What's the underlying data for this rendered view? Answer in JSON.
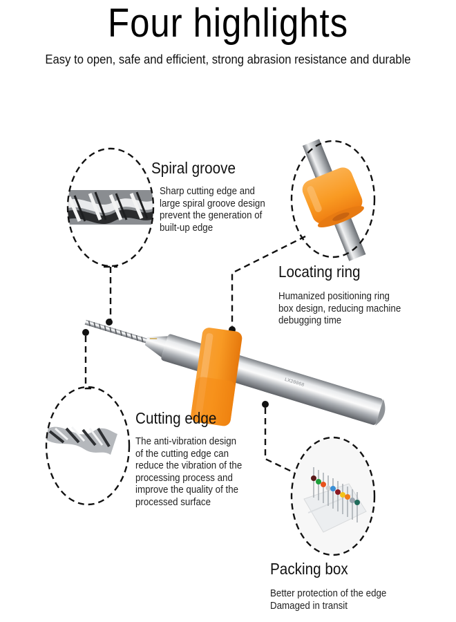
{
  "header": {
    "title": "Four highlights",
    "subtitle": "Easy to open, safe and efficient, strong abrasion resistance and durable"
  },
  "features": [
    {
      "id": "spiral-groove",
      "title": "Spiral groove",
      "description": "Sharp cutting edge and\nlarge spiral groove design\nprevent the generation of\nbuilt-up edge"
    },
    {
      "id": "locating-ring",
      "title": "Locating ring",
      "description": "Humanized positioning ring\nbox design, reducing machine\ndebugging time"
    },
    {
      "id": "cutting-edge",
      "title": "Cutting edge",
      "description": "The anti-vibration design\nof the cutting edge can\nreduce the vibration of the\nprocessing process and\nimprove the quality of the\nprocessed surface"
    },
    {
      "id": "packing-box",
      "title": "Packing box",
      "description": "Better protection of the edge\nDamaged in transit"
    }
  ],
  "colors": {
    "ring_orange": "#f7941d",
    "steel": "#b8bcc0",
    "callout_line": "#111111"
  },
  "packing_box_bit_colors": [
    "#5a1a1a",
    "#1e9e3a",
    "#e8521c",
    "#cfcfcf",
    "#3a8fd6",
    "#8a1822",
    "#f2c21a",
    "#f07a1a",
    "#9aa4ae",
    "#1f6b5a"
  ]
}
